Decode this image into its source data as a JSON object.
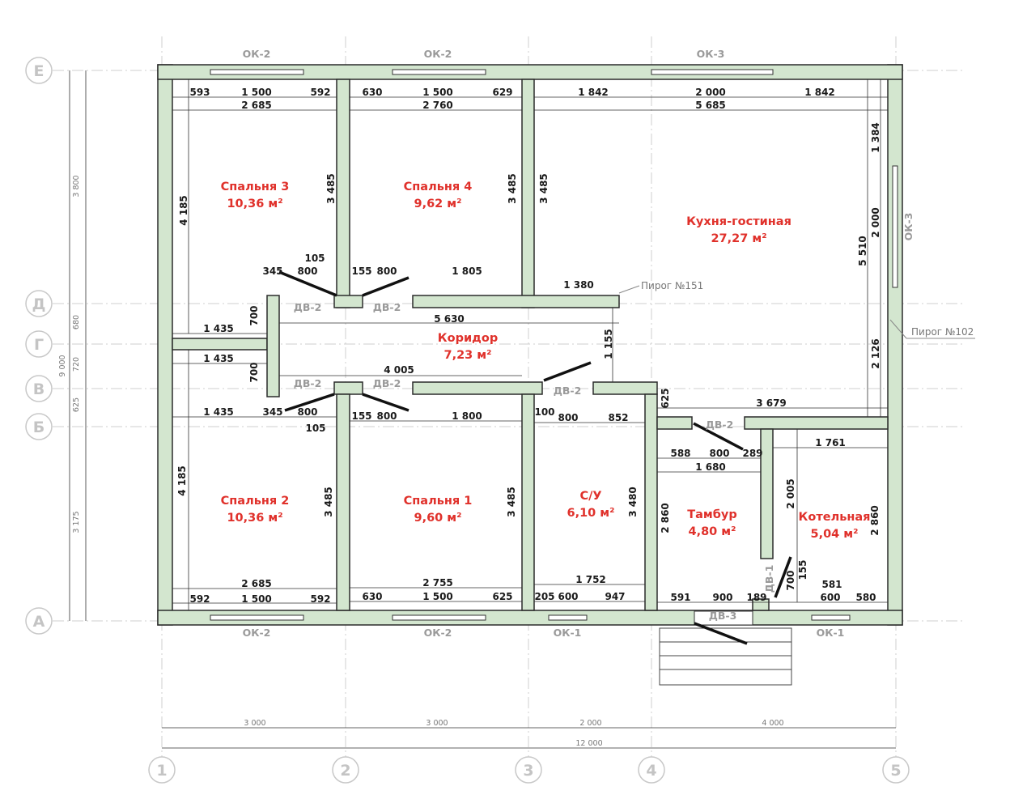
{
  "axes": {
    "rows": [
      "Е",
      "Д",
      "Г",
      "В",
      "Б",
      "А"
    ],
    "cols": [
      "1",
      "2",
      "3",
      "4",
      "5"
    ]
  },
  "outer_dims": {
    "left": [
      "3 800",
      "680",
      "720",
      "625",
      "3 175"
    ],
    "left_total": "9 000",
    "bottom": [
      "3 000",
      "3 000",
      "2 000",
      "4 000"
    ],
    "bottom_total": "12 000"
  },
  "rooms": [
    {
      "name": "Спальня 3",
      "area": "10,36 м²"
    },
    {
      "name": "Спальня 4",
      "area": "9,62 м²"
    },
    {
      "name": "Кухня-гостиная",
      "area": "27,27 м²"
    },
    {
      "name": "Коридор",
      "area": "7,23 м²"
    },
    {
      "name": "Спальня 2",
      "area": "10,36 м²"
    },
    {
      "name": "Спальня 1",
      "area": "9,60 м²"
    },
    {
      "name": "С/У",
      "area": "6,10 м²"
    },
    {
      "name": "Тамбур",
      "area": "4,80 м²"
    },
    {
      "name": "Котельная",
      "area": "5,04 м²"
    }
  ],
  "openings": [
    "ОК-2",
    "ОК-2",
    "ОК-3",
    "ОК-3",
    "ОК-2",
    "ОК-2",
    "ОК-1",
    "ОК-1",
    "ДВ-2",
    "ДВ-2",
    "ДВ-2",
    "ДВ-2",
    "ДВ-2",
    "ДВ-2",
    "ДВ-3",
    "ДВ-1"
  ],
  "notes": [
    "Пирог №151",
    "Пирог №102"
  ],
  "dims": [
    "593",
    "1 500",
    "592",
    "2 685",
    "630",
    "1 500",
    "629",
    "2 760",
    "1 842",
    "2 000",
    "1 842",
    "5 685",
    "4 185",
    "3 485",
    "3 485",
    "3 485",
    "1 384",
    "2 000",
    "5 510",
    "2 126",
    "105",
    "345",
    "800",
    "155",
    "800",
    "1 805",
    "1 380",
    "5 630",
    "700",
    "1 435",
    "1 435",
    "700",
    "4 005",
    "1 155",
    "1 435",
    "345",
    "800",
    "105",
    "155",
    "800",
    "1 800",
    "100",
    "800",
    "852",
    "625",
    "3 679",
    "588",
    "800",
    "289",
    "1 680",
    "1 761",
    "4 185",
    "3 485",
    "3 485",
    "3 480",
    "2 860",
    "2 005",
    "2 860",
    "2 685",
    "592",
    "1 500",
    "592",
    "2 755",
    "630",
    "1 500",
    "625",
    "1 752",
    "205",
    "600",
    "947",
    "591",
    "900",
    "189",
    "700",
    "155",
    "581",
    "600",
    "580"
  ]
}
